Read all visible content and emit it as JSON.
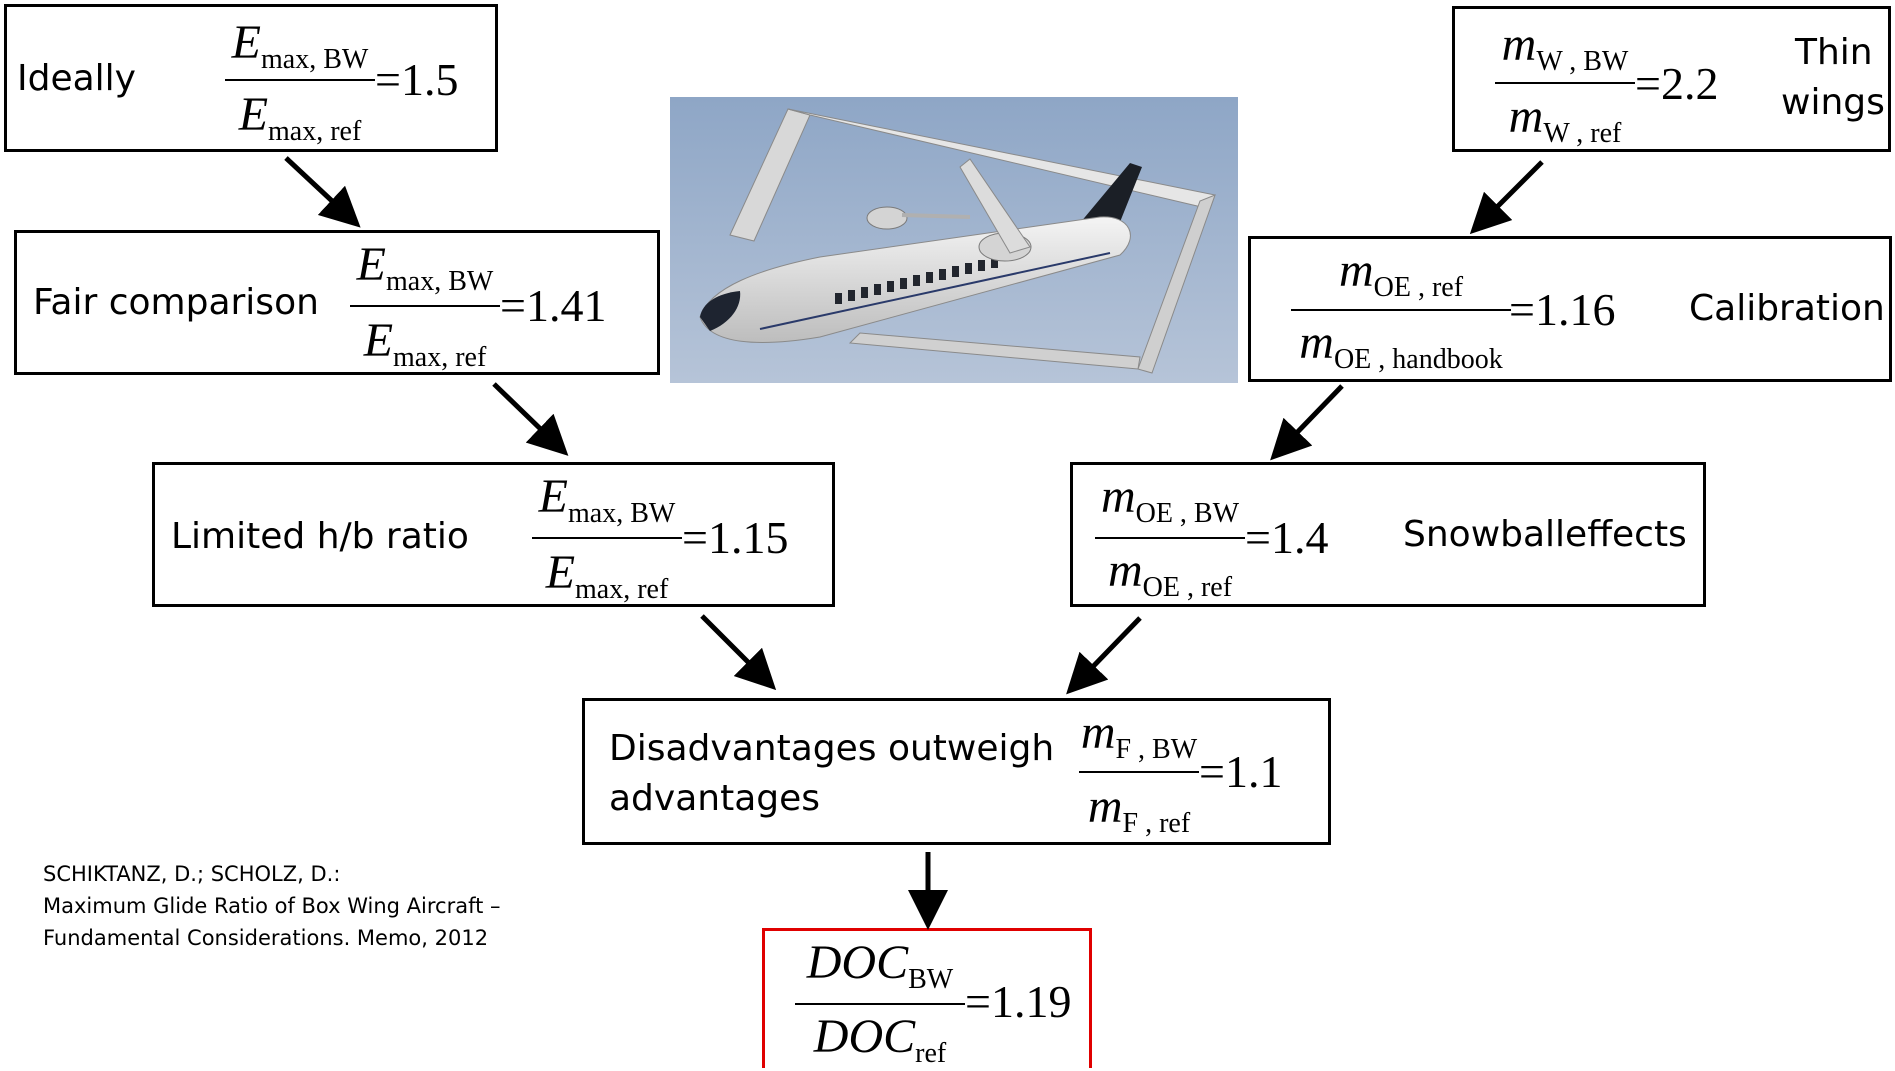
{
  "boxes": {
    "ideally": {
      "label": "Ideally",
      "num_sym": "E",
      "num_sub": "max, BW",
      "den_sym": "E",
      "den_sub": "max, ref",
      "value": "=1.5"
    },
    "fair": {
      "label": "Fair comparison",
      "num_sym": "E",
      "num_sub": "max, BW",
      "den_sym": "E",
      "den_sub": "max, ref",
      "value": "=1.41"
    },
    "limited": {
      "label": "Limited h/b ratio",
      "num_sym": "E",
      "num_sub": "max, BW",
      "den_sym": "E",
      "den_sub": "max, ref",
      "value": "=1.15"
    },
    "thin": {
      "label_line1": "Thin",
      "label_line2": "wings",
      "num_sym": "m",
      "num_sub": "W , BW",
      "den_sym": "m",
      "den_sub": "W , ref",
      "value": "=2.2"
    },
    "calibration": {
      "label": "Calibration",
      "num_sym": "m",
      "num_sub": "OE , ref",
      "den_sym": "m",
      "den_sub": "OE , handbook",
      "value": "=1.16"
    },
    "snowball": {
      "label": "Snowballeffects",
      "num_sym": "m",
      "num_sub": "OE , BW",
      "den_sym": "m",
      "den_sub": "OE , ref",
      "value": "=1.4"
    },
    "disadvantages": {
      "label_line1": "Disadvantages outweigh",
      "label_line2": "advantages",
      "num_sym": "m",
      "num_sub": "F , BW",
      "den_sym": "m",
      "den_sub": "F , ref",
      "value": "=1.1"
    },
    "doc": {
      "num_sym": "DOC",
      "num_sub": "BW",
      "den_sym": "DOC",
      "den_sub": "ref",
      "value": "=1.19"
    }
  },
  "citation": {
    "line1": "SCHIKTANZ, D.; SCHOLZ, D.:",
    "line2": "Maximum Glide Ratio of Box Wing Aircraft –",
    "line3": "Fundamental Considerations. Memo, 2012"
  },
  "colors": {
    "result_border": "#e00000",
    "sky": "#9fb3cf"
  },
  "image": {
    "subject": "box-wing aircraft illustration"
  }
}
